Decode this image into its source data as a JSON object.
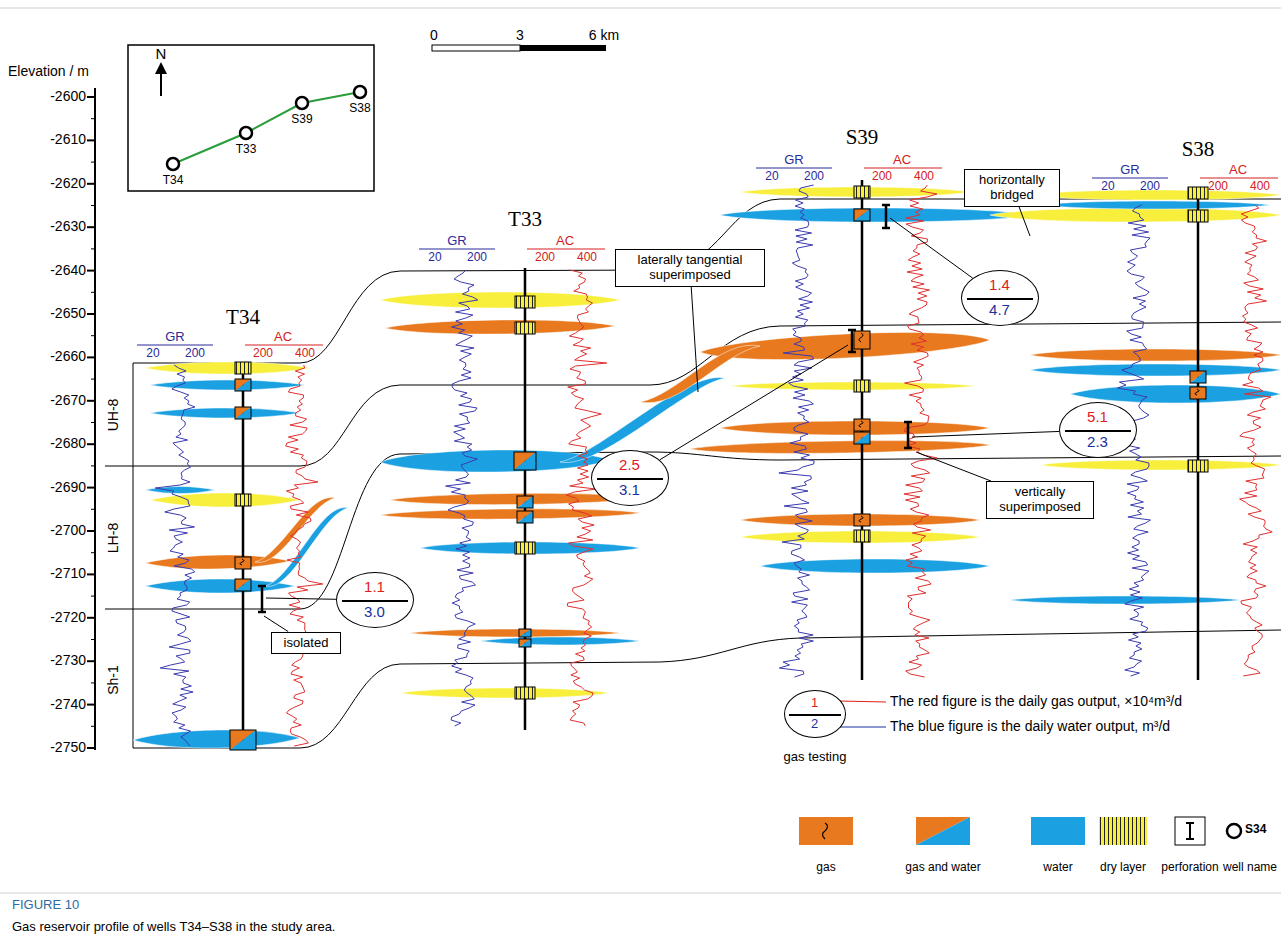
{
  "diagram": {
    "caption": "Gas reservoir profile of wells T34–S38 in the study area.",
    "nodes": [
      {
        "text": [
          "horizontally bridged"
        ]
      },
      {
        "text": [
          "1.4",
          "4.7"
        ]
      },
      {
        "text": [
          "laterally tangential superimposed"
        ]
      },
      {
        "text": [
          "2.5",
          "3.1"
        ]
      },
      {
        "text": [
          "5.1",
          "2.3"
        ]
      },
      {
        "text": [
          "vertically superimposed"
        ]
      },
      {
        "text": [
          "1.1",
          "3.0"
        ]
      },
      {
        "text": [
          "isolated"
        ]
      },
      {
        "text": [
          "1",
          "2"
        ]
      }
    ],
    "labels": [
      "Elevation / m",
      "-2600",
      "-2610",
      "-2620",
      "-2630",
      "-2640",
      "-2650",
      "-2660",
      "-2670",
      "-2680",
      "-2690",
      "-2700",
      "-2710",
      "-2720",
      "-2730",
      "-2740",
      "-2750",
      "0",
      "3",
      "6 km",
      "T34",
      "GR",
      "20",
      "200",
      "AC",
      "200",
      "400",
      "UH-8",
      "LH-8",
      "Sh-1",
      "T33",
      "GR",
      "20",
      "200",
      "AC",
      "200",
      "400",
      "S39",
      "GR",
      "20",
      "200",
      "AC",
      "200",
      "400",
      "S38",
      "GR",
      "20",
      "200",
      "AC",
      "200",
      "400",
      "N",
      "T34",
      "T33",
      "S39",
      "S38",
      "The red figure is the daily gas output, ×10⁴m³/d",
      "The blue figure is the daily water output, m³/d",
      "gas testing",
      "S34",
      "FIGURE 10"
    ],
    "legend": [
      {
        "text": "gas",
        "color": "#e8791e"
      },
      {
        "text": "gas and water"
      },
      {
        "text": "water",
        "color": "#1ba1e2"
      },
      {
        "text": "dry layer"
      },
      {
        "text": "perforation"
      },
      {
        "text": "well name"
      }
    ]
  }
}
